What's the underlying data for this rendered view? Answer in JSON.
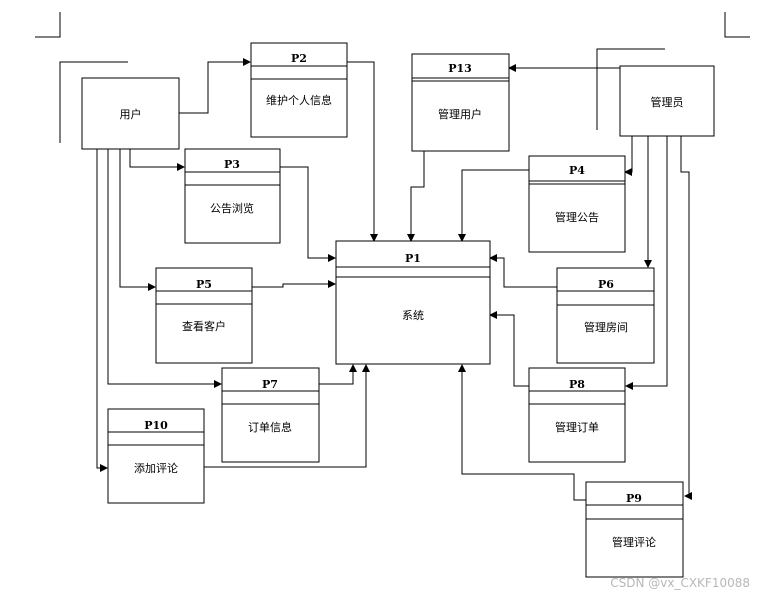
{
  "entities": {
    "user": "用户",
    "admin": "管理员"
  },
  "processes": {
    "p1": {
      "id": "P1",
      "label": "系统"
    },
    "p2": {
      "id": "P2",
      "label": "维护个人信息"
    },
    "p3": {
      "id": "P3",
      "label": "公告浏览"
    },
    "p4": {
      "id": "P4",
      "label": "管理公告"
    },
    "p5": {
      "id": "P5",
      "label": "查看客户"
    },
    "p6": {
      "id": "P6",
      "label": "管理房间"
    },
    "p7": {
      "id": "P7",
      "label": "订单信息"
    },
    "p8": {
      "id": "P8",
      "label": "管理订单"
    },
    "p9": {
      "id": "P9",
      "label": "管理评论"
    },
    "p10": {
      "id": "P10",
      "label": "添加评论"
    },
    "p13": {
      "id": "P13",
      "label": "管理用户"
    }
  },
  "watermark": "CSDN @vx_CXKF10088",
  "colors": {
    "line": "#000000",
    "box_fill": "#ffffff",
    "watermark": "#b8b8b8"
  }
}
